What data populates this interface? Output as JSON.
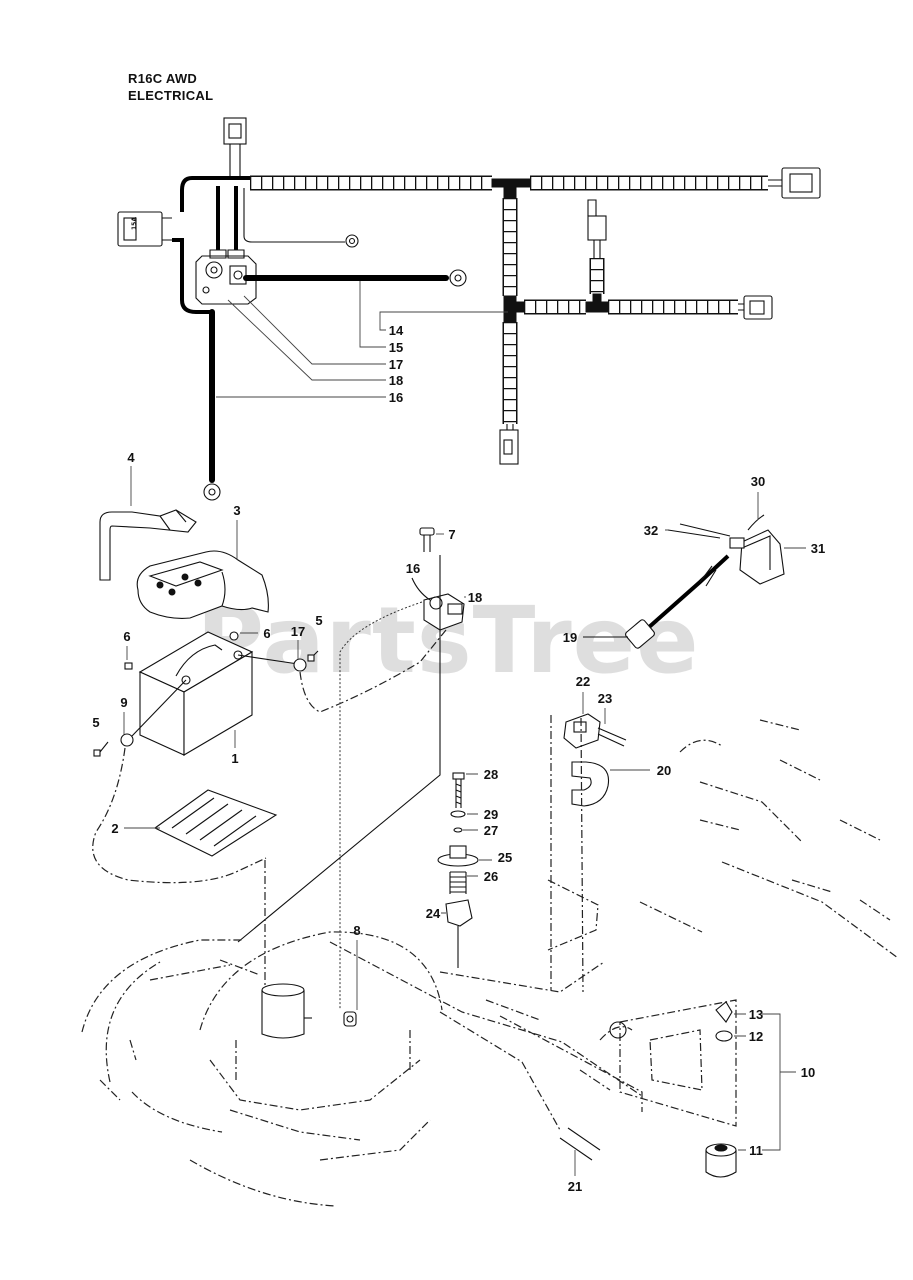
{
  "title": {
    "model": "R16C AWD",
    "section": "ELECTRICAL"
  },
  "watermark": "PartsTree",
  "fuse_rating": "15A",
  "callouts": [
    "14",
    "15",
    "17",
    "18",
    "16",
    "4",
    "3",
    "7",
    "30",
    "32",
    "31",
    "16",
    "18",
    "5",
    "17",
    "6",
    "6",
    "19",
    "22",
    "23",
    "9",
    "5",
    "1",
    "20",
    "28",
    "29",
    "27",
    "2",
    "25",
    "26",
    "24",
    "8",
    "13",
    "12",
    "10",
    "11",
    "21"
  ]
}
